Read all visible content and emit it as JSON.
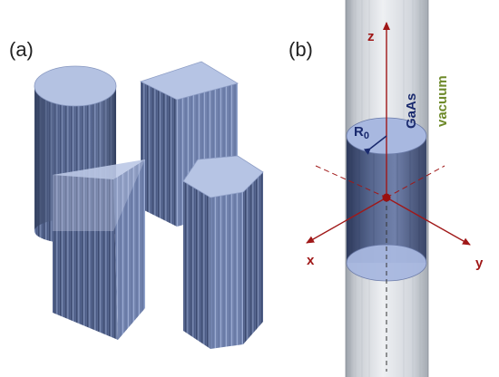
{
  "panels": {
    "a_label": "(a)",
    "b_label": "(b)"
  },
  "axes": {
    "z": "z",
    "x": "x",
    "y": "y"
  },
  "labels": {
    "radius": "R",
    "radius_sub": "0",
    "core_material": "GaAs",
    "shell_material": "vacuum"
  },
  "colors": {
    "prism_dark": "#4a5a80",
    "prism_mid": "#7488b8",
    "prism_top": "#b8c6e4",
    "axis_red": "#a01818",
    "radius_blue": "#1a2a6e",
    "vacuum_green": "#6e8a2a"
  }
}
